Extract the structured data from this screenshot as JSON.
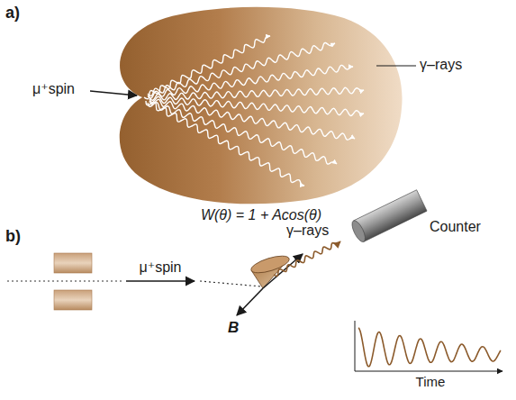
{
  "diagram": {
    "labels": [
      "a)",
      "μ⁺spin",
      "γ–rays",
      "W(θ) = 1 + Acos(θ)",
      "b)",
      "μ⁺spin",
      "γ–rays",
      "Counter",
      "B",
      "Time"
    ]
  }
}
